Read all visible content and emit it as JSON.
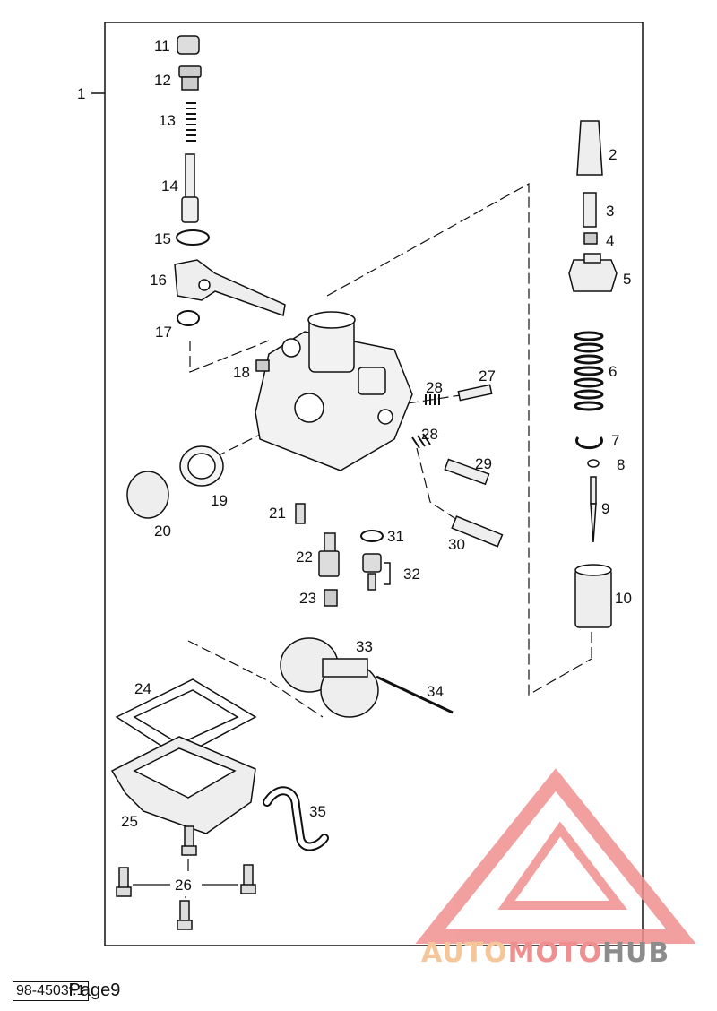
{
  "diagram": {
    "assembly_label": "1",
    "callouts": [
      "11",
      "12",
      "13",
      "14",
      "15",
      "16",
      "17",
      "18",
      "19",
      "20",
      "21",
      "22",
      "23",
      "24",
      "25",
      "26",
      "27",
      "28",
      "28",
      "29",
      "30",
      "31",
      "32",
      "33",
      "34",
      "35",
      "2",
      "3",
      "4",
      "5",
      "6",
      "7",
      "8",
      "9",
      "10"
    ]
  },
  "footer": {
    "doc_id": "98-4503f.1",
    "page_label": "Page9"
  },
  "watermark": {
    "brand_part1": "AUTO",
    "brand_part2": "MOTO",
    "brand_part3": "HUB",
    "colors": {
      "auto": "#f4c69a",
      "moto": "#f08f8f",
      "hub": "#8c8c8c",
      "triangle": "#f08f8f"
    }
  }
}
